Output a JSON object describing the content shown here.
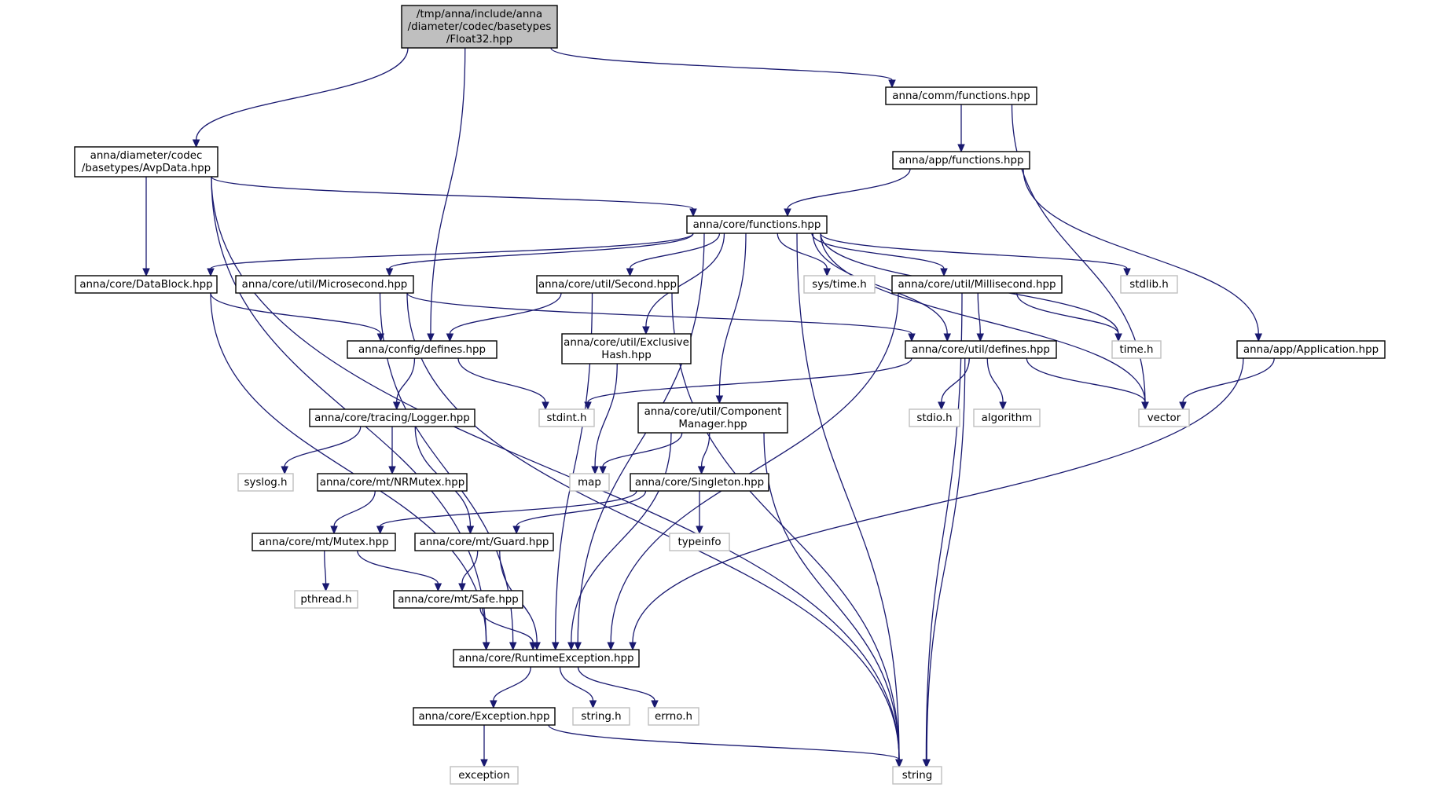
{
  "diagram": {
    "edge_color": "#191970",
    "root_fill": "#bfbfbf",
    "system_header_border": "#bfbfbf",
    "nodes": [
      {
        "id": "float32",
        "lines": [
          "/tmp/anna/include/anna",
          "/diameter/codec/basetypes",
          "/Float32.hpp"
        ],
        "kind": "root"
      },
      {
        "id": "avpdata",
        "lines": [
          "anna/diameter/codec",
          "/basetypes/AvpData.hpp"
        ],
        "kind": "header"
      },
      {
        "id": "commfunc",
        "lines": [
          "anna/comm/functions.hpp"
        ],
        "kind": "header"
      },
      {
        "id": "appfunc",
        "lines": [
          "anna/app/functions.hpp"
        ],
        "kind": "header"
      },
      {
        "id": "corefunc",
        "lines": [
          "anna/core/functions.hpp"
        ],
        "kind": "header"
      },
      {
        "id": "datablock",
        "lines": [
          "anna/core/DataBlock.hpp"
        ],
        "kind": "header"
      },
      {
        "id": "micro",
        "lines": [
          "anna/core/util/Microsecond.hpp"
        ],
        "kind": "header"
      },
      {
        "id": "second",
        "lines": [
          "anna/core/util/Second.hpp"
        ],
        "kind": "header"
      },
      {
        "id": "systime",
        "lines": [
          "sys/time.h"
        ],
        "kind": "system"
      },
      {
        "id": "milli",
        "lines": [
          "anna/core/util/Millisecond.hpp"
        ],
        "kind": "header"
      },
      {
        "id": "stdlib",
        "lines": [
          "stdlib.h"
        ],
        "kind": "system"
      },
      {
        "id": "cfgdef",
        "lines": [
          "anna/config/defines.hpp"
        ],
        "kind": "header"
      },
      {
        "id": "exhash",
        "lines": [
          "anna/core/util/Exclusive",
          "Hash.hpp"
        ],
        "kind": "header"
      },
      {
        "id": "utildef",
        "lines": [
          "anna/core/util/defines.hpp"
        ],
        "kind": "header"
      },
      {
        "id": "timeh",
        "lines": [
          "time.h"
        ],
        "kind": "system"
      },
      {
        "id": "application",
        "lines": [
          "anna/app/Application.hpp"
        ],
        "kind": "header"
      },
      {
        "id": "logger",
        "lines": [
          "anna/core/tracing/Logger.hpp"
        ],
        "kind": "header"
      },
      {
        "id": "stdint",
        "lines": [
          "stdint.h"
        ],
        "kind": "system"
      },
      {
        "id": "compmgr",
        "lines": [
          "anna/core/util/Component",
          "Manager.hpp"
        ],
        "kind": "header"
      },
      {
        "id": "stdio",
        "lines": [
          "stdio.h"
        ],
        "kind": "system"
      },
      {
        "id": "algorithm",
        "lines": [
          "algorithm"
        ],
        "kind": "system"
      },
      {
        "id": "vector",
        "lines": [
          "vector"
        ],
        "kind": "system"
      },
      {
        "id": "syslog",
        "lines": [
          "syslog.h"
        ],
        "kind": "system"
      },
      {
        "id": "nrmutex",
        "lines": [
          "anna/core/mt/NRMutex.hpp"
        ],
        "kind": "header"
      },
      {
        "id": "map",
        "lines": [
          "map"
        ],
        "kind": "system"
      },
      {
        "id": "singleton",
        "lines": [
          "anna/core/Singleton.hpp"
        ],
        "kind": "header"
      },
      {
        "id": "mutex",
        "lines": [
          "anna/core/mt/Mutex.hpp"
        ],
        "kind": "header"
      },
      {
        "id": "guard",
        "lines": [
          "anna/core/mt/Guard.hpp"
        ],
        "kind": "header"
      },
      {
        "id": "typeinfo",
        "lines": [
          "typeinfo"
        ],
        "kind": "system"
      },
      {
        "id": "pthread",
        "lines": [
          "pthread.h"
        ],
        "kind": "system"
      },
      {
        "id": "safe",
        "lines": [
          "anna/core/mt/Safe.hpp"
        ],
        "kind": "header"
      },
      {
        "id": "rtexc",
        "lines": [
          "anna/core/RuntimeException.hpp"
        ],
        "kind": "header"
      },
      {
        "id": "exception_hpp",
        "lines": [
          "anna/core/Exception.hpp"
        ],
        "kind": "header"
      },
      {
        "id": "stringh",
        "lines": [
          "string.h"
        ],
        "kind": "system"
      },
      {
        "id": "errno",
        "lines": [
          "errno.h"
        ],
        "kind": "system"
      },
      {
        "id": "exception",
        "lines": [
          "exception"
        ],
        "kind": "system"
      },
      {
        "id": "string",
        "lines": [
          "string"
        ],
        "kind": "system"
      }
    ],
    "edges": [
      [
        "float32",
        "avpdata"
      ],
      [
        "float32",
        "cfgdef"
      ],
      [
        "float32",
        "commfunc"
      ],
      [
        "commfunc",
        "appfunc"
      ],
      [
        "commfunc",
        "vector"
      ],
      [
        "appfunc",
        "corefunc"
      ],
      [
        "appfunc",
        "application"
      ],
      [
        "avpdata",
        "datablock"
      ],
      [
        "avpdata",
        "corefunc"
      ],
      [
        "avpdata",
        "rtexc"
      ],
      [
        "avpdata",
        "string"
      ],
      [
        "corefunc",
        "datablock"
      ],
      [
        "corefunc",
        "micro"
      ],
      [
        "corefunc",
        "second"
      ],
      [
        "corefunc",
        "systime"
      ],
      [
        "corefunc",
        "milli"
      ],
      [
        "corefunc",
        "stdlib"
      ],
      [
        "corefunc",
        "exhash"
      ],
      [
        "corefunc",
        "utildef"
      ],
      [
        "corefunc",
        "timeh"
      ],
      [
        "corefunc",
        "compmgr"
      ],
      [
        "corefunc",
        "vector"
      ],
      [
        "corefunc",
        "rtexc"
      ],
      [
        "corefunc",
        "string"
      ],
      [
        "datablock",
        "cfgdef"
      ],
      [
        "datablock",
        "rtexc"
      ],
      [
        "micro",
        "utildef"
      ],
      [
        "micro",
        "rtexc"
      ],
      [
        "micro",
        "string"
      ],
      [
        "second",
        "cfgdef"
      ],
      [
        "second",
        "rtexc"
      ],
      [
        "second",
        "string"
      ],
      [
        "milli",
        "utildef"
      ],
      [
        "milli",
        "timeh"
      ],
      [
        "milli",
        "rtexc"
      ],
      [
        "milli",
        "string"
      ],
      [
        "cfgdef",
        "logger"
      ],
      [
        "cfgdef",
        "stdint"
      ],
      [
        "exhash",
        "map"
      ],
      [
        "utildef",
        "stdint"
      ],
      [
        "utildef",
        "stdio"
      ],
      [
        "utildef",
        "algorithm"
      ],
      [
        "utildef",
        "vector"
      ],
      [
        "utildef",
        "string"
      ],
      [
        "application",
        "vector"
      ],
      [
        "application",
        "rtexc"
      ],
      [
        "logger",
        "syslog"
      ],
      [
        "logger",
        "nrmutex"
      ],
      [
        "logger",
        "guard"
      ],
      [
        "compmgr",
        "map"
      ],
      [
        "compmgr",
        "singleton"
      ],
      [
        "compmgr",
        "rtexc"
      ],
      [
        "compmgr",
        "string"
      ],
      [
        "nrmutex",
        "mutex"
      ],
      [
        "singleton",
        "mutex"
      ],
      [
        "singleton",
        "guard"
      ],
      [
        "singleton",
        "typeinfo"
      ],
      [
        "mutex",
        "pthread"
      ],
      [
        "mutex",
        "safe"
      ],
      [
        "guard",
        "safe"
      ],
      [
        "guard",
        "rtexc"
      ],
      [
        "safe",
        "rtexc"
      ],
      [
        "rtexc",
        "exception_hpp"
      ],
      [
        "rtexc",
        "stringh"
      ],
      [
        "rtexc",
        "errno"
      ],
      [
        "exception_hpp",
        "exception"
      ],
      [
        "exception_hpp",
        "string"
      ]
    ]
  }
}
